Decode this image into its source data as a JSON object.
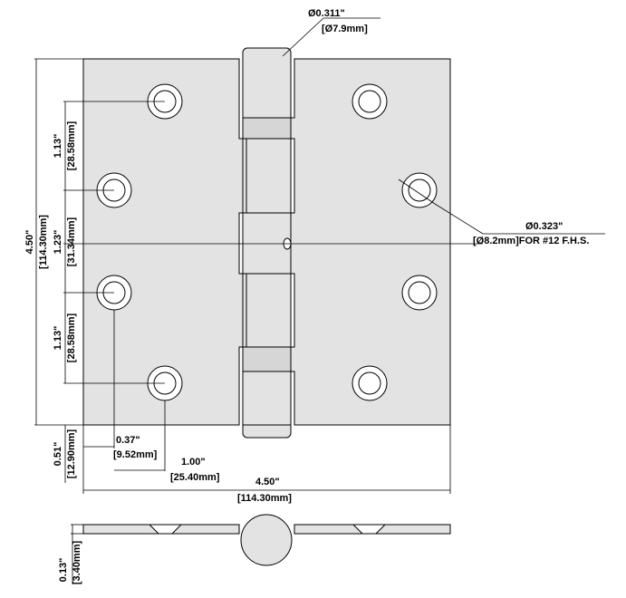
{
  "dimensions": {
    "pin_dia_in": "Ø0.311\"",
    "pin_dia_mm": "[Ø7.9mm]",
    "hole_dia_in": "Ø0.323\"",
    "hole_dia_mm": "[Ø8.2mm]FOR #12 F.H.S.",
    "height_in": "4.50\"",
    "height_mm": "[114.30mm]",
    "top_spacing_in": "1.13\"",
    "top_spacing_mm": "[28.58mm]",
    "mid_spacing_in": "1.23\"",
    "mid_spacing_mm": "[31.34mm]",
    "bottom_spacing_in": "1.13\"",
    "bottom_spacing_mm": "[28.58mm]",
    "edge_bottom_in": "0.51\"",
    "edge_bottom_mm": "[12.90mm]",
    "hole_offset_in": "0.37\"",
    "hole_offset_mm": "[9.52mm]",
    "hole_pitch_in": "1.00\"",
    "hole_pitch_mm": "[25.40mm]",
    "width_in": "4.50\"",
    "width_mm": "[114.30mm]",
    "thickness_in": "0.13\"",
    "thickness_mm": "[3.40mm]"
  },
  "colors": {
    "leaf_fill": "#e3e3e3",
    "line": "#000000"
  }
}
